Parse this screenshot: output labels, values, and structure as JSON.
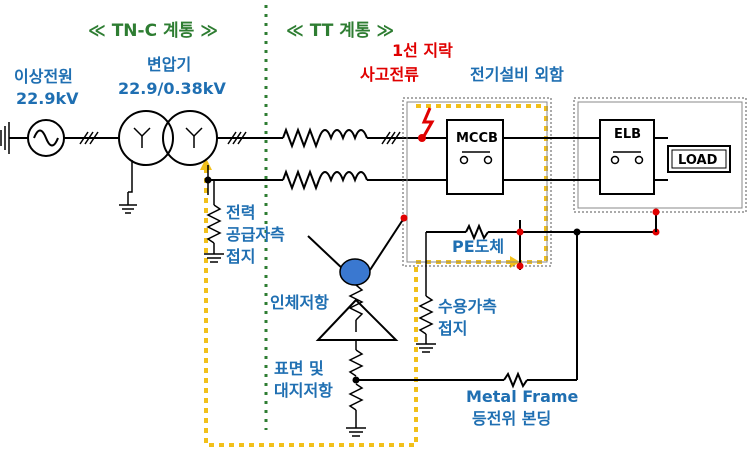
{
  "headers": {
    "left": "≪ TN-C 계통 ≫",
    "right": "≪ TT 계통 ≫"
  },
  "labels": {
    "source_name": "이상전원",
    "source_voltage": "22.9kV",
    "transformer_name": "변압기",
    "transformer_ratio": "22.9/0.38kV",
    "fault_line1": "1선 지락",
    "fault_line2": "사고전류",
    "enclosure": "전기설비 외함",
    "supply_ground_1": "전력",
    "supply_ground_2": "공급자측",
    "supply_ground_3": "접지",
    "body_resistance": "인체저항",
    "pe_conductor": "PE도체",
    "consumer_ground_1": "수용가측",
    "consumer_ground_2": "접지",
    "surface_1": "표면 및",
    "surface_2": "대지저항",
    "metal_frame": "Metal Frame",
    "bonding": "등전위 본딩",
    "mccb": "MCCB",
    "elb": "ELB",
    "load": "LOAD"
  },
  "colors": {
    "blue_text": "#1f6fb2",
    "green_text": "#2e7d32",
    "fault_red": "#e00000",
    "fault_path_yellow": "#f2c01a",
    "body_blue": "#3a78d0"
  }
}
